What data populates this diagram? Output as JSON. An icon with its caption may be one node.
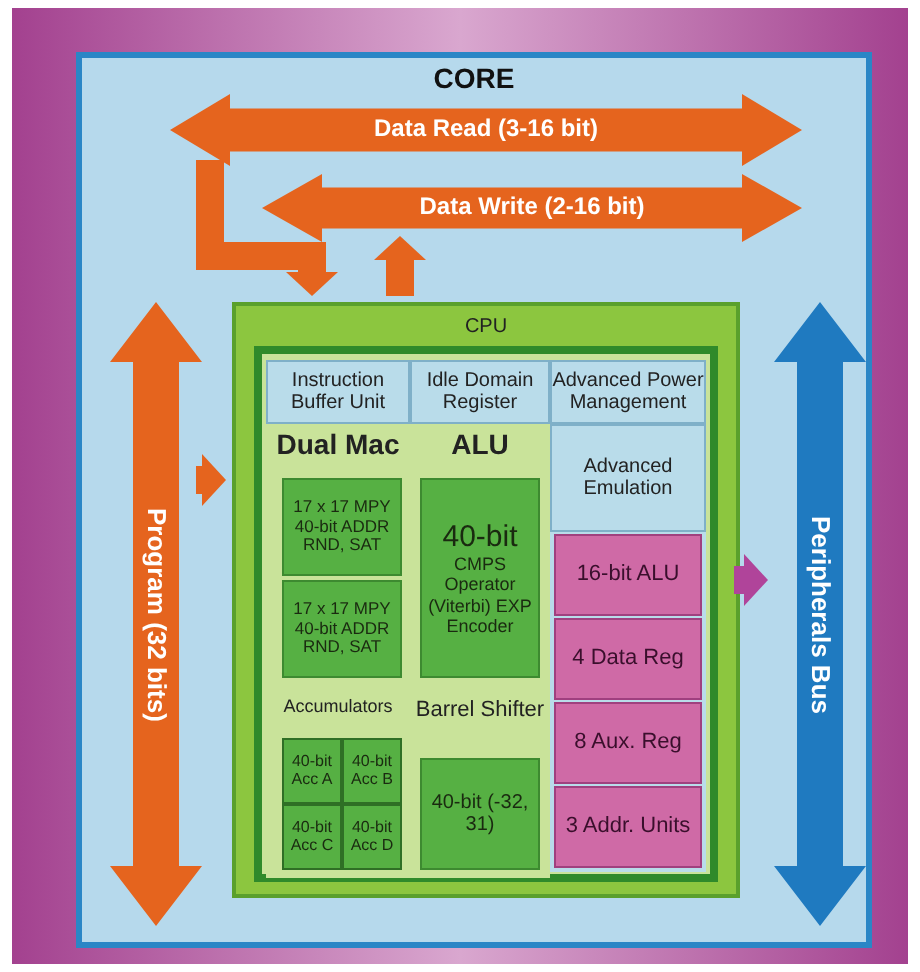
{
  "diagram": {
    "nodes": [
      {
        "text": [
          "CORE"
        ]
      },
      {
        "text": [
          "Data Read (3-16 bit)"
        ],
        "in": 0
      },
      {
        "text": [
          "Data Write (2-16 bit)"
        ],
        "in": 0
      },
      {
        "text": [
          "Program (32 bits)"
        ],
        "in": 0
      },
      {
        "text": [
          "CPU"
        ],
        "in": 0
      },
      {
        "text": [
          "Instruction Buffer Unit"
        ],
        "in": 4
      },
      {
        "text": [
          "Idle Domain Register"
        ],
        "in": 4
      },
      {
        "text": [
          "Advanced Power Management"
        ],
        "in": 4
      },
      {
        "text": [
          "Dual Mac"
        ],
        "in": 4
      },
      {
        "text": [
          "17 x 17 MPY 40-bit ADDR RND, SAT"
        ],
        "in": 8
      },
      {
        "text": [
          "17 x 17 MPY 40-bit ADDR RND, SAT"
        ],
        "in": 8
      },
      {
        "text": [
          "Accumulators"
        ],
        "in": 4
      },
      {
        "text": [
          "40-bit Acc A"
        ],
        "in": 11
      },
      {
        "text": [
          "40-bit Acc B"
        ],
        "in": 11
      },
      {
        "text": [
          "40-bit Acc C"
        ],
        "in": 11
      },
      {
        "text": [
          "40-bit Acc D"
        ],
        "in": 11
      },
      {
        "text": [
          "ALU"
        ],
        "in": 4
      },
      {
        "text": [
          "40-bit",
          "CMPS Operator (Viterbi) EXP Encoder"
        ],
        "in": 16
      },
      {
        "text": [
          "Barrel Shifter"
        ],
        "in": 4
      },
      {
        "text": [
          "40-bit (-32, 31)"
        ],
        "in": 18
      },
      {
        "text": [
          "Advanced Emulation"
        ],
        "in": 4
      },
      {
        "text": [
          "16-bit ALU"
        ],
        "in": 4
      },
      {
        "text": [
          "4 Data Reg"
        ],
        "in": 4
      },
      {
        "text": [
          "8 Aux. Reg"
        ],
        "in": 4
      },
      {
        "text": [
          "3 Addr. Units"
        ],
        "in": 4
      },
      {
        "text": [
          "Peripherals Bus"
        ],
        "in": 0
      }
    ],
    "edges": [
      {
        "from": 1,
        "to": 4,
        "arrow": "to"
      },
      {
        "from": 4,
        "to": 2,
        "arrow": "to"
      },
      {
        "from": 3,
        "to": 4,
        "arrow": "to"
      },
      {
        "from": 4,
        "to": 25,
        "arrow": "to",
        "color": "#b0449a"
      }
    ]
  }
}
